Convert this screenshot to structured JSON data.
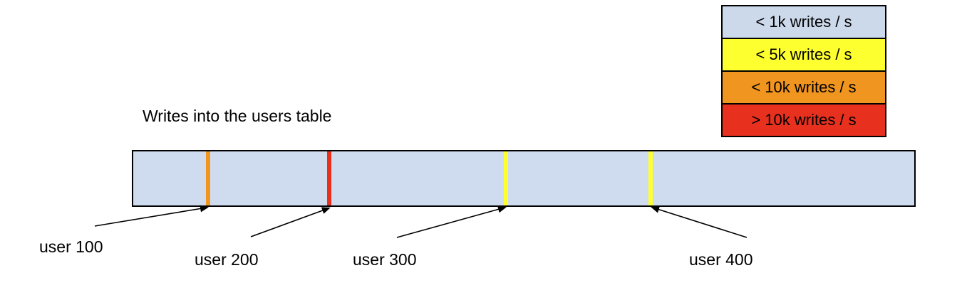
{
  "title": "Writes into the users table",
  "legend": {
    "items": [
      {
        "label": "< 1k writes / s",
        "color": "#ccd9ea"
      },
      {
        "label": "< 5k writes / s",
        "color": "#feff2e"
      },
      {
        "label": "< 10k writes / s",
        "color": "#f0951f"
      },
      {
        "label": "> 10k writes / s",
        "color": "#e8301f"
      }
    ]
  },
  "bar": {
    "fill_color": "#cfdcf0",
    "markers": [
      {
        "id": "user-100",
        "color": "#f0951f"
      },
      {
        "id": "user-200",
        "color": "#e8301f"
      },
      {
        "id": "user-300",
        "color": "#feff2e"
      },
      {
        "id": "user-400",
        "color": "#feff2e"
      }
    ]
  },
  "callouts": [
    {
      "label": "user 100"
    },
    {
      "label": "user 200"
    },
    {
      "label": "user 300"
    },
    {
      "label": "user 400"
    }
  ]
}
